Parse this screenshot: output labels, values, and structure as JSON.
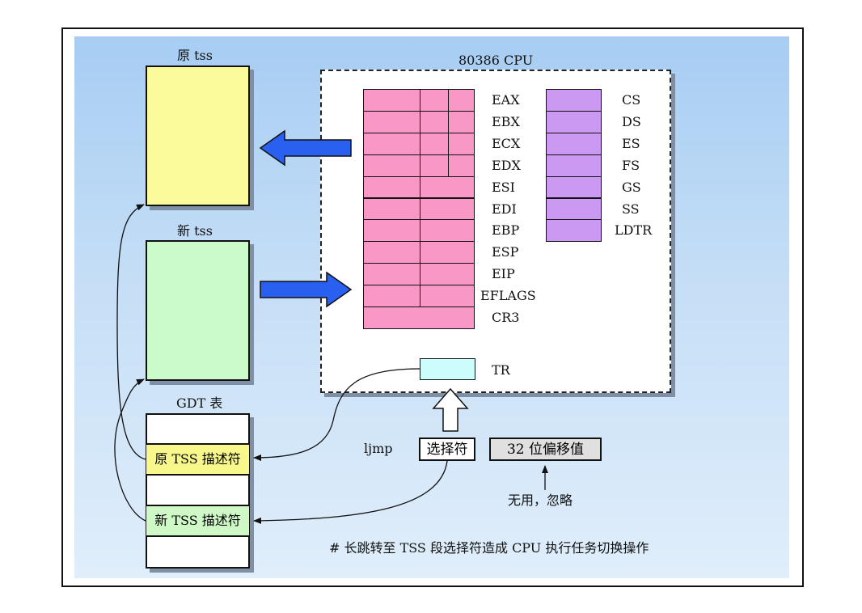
{
  "old_tss": {
    "label": "原 tss",
    "color": "#fbfb9c"
  },
  "new_tss": {
    "label": "新 tss",
    "color": "#cbfacb"
  },
  "gdt": {
    "title": "GDT 表",
    "rows": [
      "",
      "原 TSS 描述符",
      "",
      "新 TSS 描述符",
      ""
    ],
    "old_desc_color": "#f7f78c",
    "new_desc_color": "#cff8c7"
  },
  "cpu": {
    "title": "80386 CPU",
    "general_registers": [
      "EAX",
      "EBX",
      "ECX",
      "EDX",
      "ESI",
      "EDI",
      "EBP",
      "ESP",
      "EIP",
      "EFLAGS",
      "CR3"
    ],
    "segment_registers": [
      "CS",
      "DS",
      "ES",
      "FS",
      "GS",
      "SS",
      "LDTR"
    ],
    "tr_label": "TR",
    "register_color": "#f998c6",
    "segment_color": "#cc99f2",
    "tr_color": "#cdfcfc"
  },
  "instruction": {
    "mnemonic": "ljmp",
    "selector": "选择符",
    "offset": "32 位偏移值",
    "offset_note": "无用，忽略"
  },
  "caption": "# 长跳转至 TSS 段选择符造成 CPU 执行任务切换操作",
  "colors": {
    "arrow_blue": "#2a60f0",
    "panel_top": "#a7cdf3",
    "panel_bottom": "#e0eefb"
  }
}
